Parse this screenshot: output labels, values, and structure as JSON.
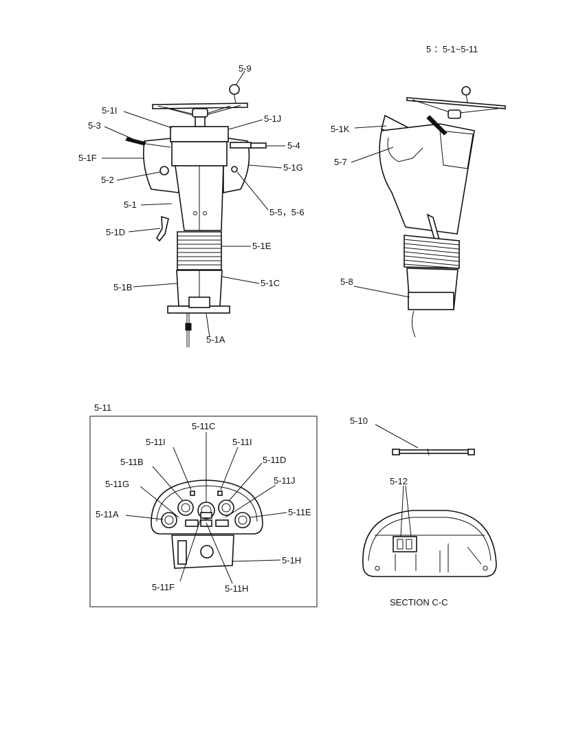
{
  "header": {
    "text": "5 ：5-1~5-11"
  },
  "views": {
    "front": {
      "labels": {
        "l59": "5-9",
        "l51I": "5-1I",
        "l51J": "5-1J",
        "l53": "5-3",
        "l54": "5-4",
        "l51F": "5-1F",
        "l51G": "5-1G",
        "l52": "5-2",
        "l51": "5-1",
        "l556": "5-5，5-6",
        "l51D": "5-1D",
        "l51E": "5-1E",
        "l51B": "5-1B",
        "l51C": "5-1C",
        "l51A": "5-1A"
      }
    },
    "side": {
      "labels": {
        "l51K": "5-1K",
        "l57": "5-7",
        "l58": "5-8"
      }
    },
    "panel": {
      "title": "5-11",
      "labels": {
        "l511C": "5-11C",
        "l511I_a": "5-11I",
        "l511I_b": "5-11I",
        "l511B": "5-11B",
        "l511D": "5-11D",
        "l511G": "5-11G",
        "l511J": "5-11J",
        "l511A": "5-11A",
        "l511E": "5-11E",
        "l51H": "5-1H",
        "l511F": "5-11F",
        "l511H": "5-11H"
      }
    },
    "strut": {
      "label": "5-10"
    },
    "section": {
      "label": "5-12",
      "caption": "SECTION C-C"
    }
  }
}
